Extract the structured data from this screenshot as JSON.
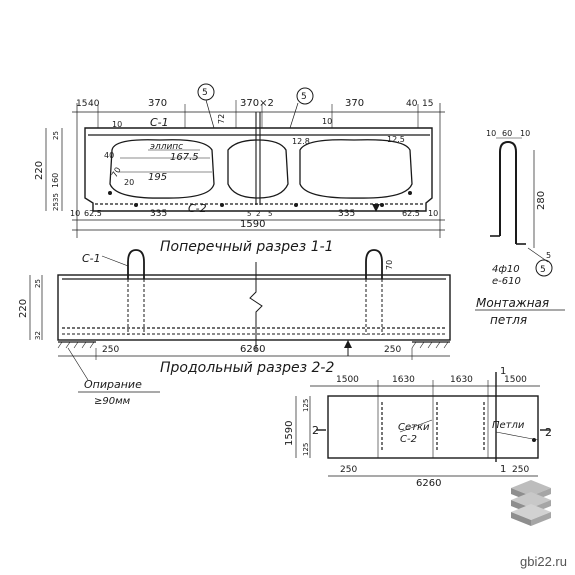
{
  "cross_section": {
    "title": "Поперечный разрез 1-1",
    "overall_width": "1590",
    "top_dims": [
      "15",
      "40",
      "370",
      "370",
      "370",
      "40",
      "15"
    ],
    "top_mid_dim": "370×2",
    "bottom_dims": [
      "10",
      "62.5",
      "335",
      "2",
      "335",
      "62.5",
      "10"
    ],
    "bottom_mid_dims": [
      "5",
      "5"
    ],
    "height": "220",
    "left_stack": [
      "25",
      "160",
      "35",
      "25"
    ],
    "inner_left": [
      "40",
      "70",
      "20"
    ],
    "depth_mark": "72",
    "rebar_left": "10",
    "rebar_right": "12.5",
    "rebar_mark_top": "10",
    "rebar_mark_mid": "12.8",
    "ellipse_label": "эллипс",
    "ellipse_dim_a": "167.5",
    "ellipse_dim_b": "195",
    "mesh_top": "С-1",
    "mesh_bottom": "С-2",
    "callout": "5",
    "callout_2": "5"
  },
  "longitudinal_section": {
    "title": "Продольный разрез 2-2",
    "length": "6260",
    "height": "220",
    "top_cover": "25",
    "bottom_cover": "32",
    "loop_height": "70",
    "end_left": "250",
    "end_right": "250",
    "mesh_top": "С-1"
  },
  "support": {
    "label": "Опирание",
    "value": "≥90мм"
  },
  "lifting_loop": {
    "title_1": "Монтажная",
    "title_2": "петля",
    "height": "280",
    "dim_a": "10",
    "dim_b": "60",
    "dim_c": "10",
    "dim_d": "5",
    "spec_1": "4ф10",
    "spec_2": "е-610",
    "callout": "5"
  },
  "plan": {
    "top_dims": [
      "1500",
      "1630",
      "1630",
      "1500"
    ],
    "width": "1590",
    "left_dims": [
      "125",
      "125"
    ],
    "left_bottom": "250",
    "right_bottom": "250",
    "length": "6260",
    "section_left": "2",
    "section_right": "2",
    "section_top": "1",
    "section_bottom": "1",
    "label_mesh_1": "Сетки",
    "label_mesh_2": "С-2",
    "label_loops": "Петли"
  },
  "watermark": "gbi22.ru",
  "colors": {
    "ink": "#1a1a1a",
    "background": "#ffffff",
    "watermark": "#555555",
    "logo": "#9a9a9a"
  }
}
